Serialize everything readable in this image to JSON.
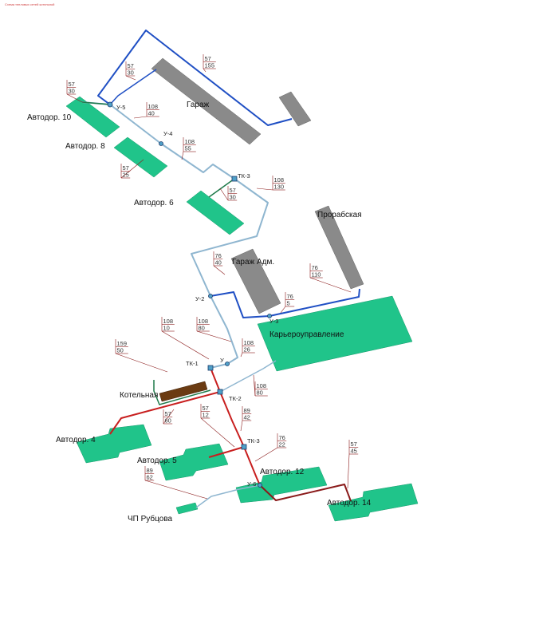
{
  "header_note": "Схема тепловых сетей котельной",
  "buildings": {
    "garage": "Гараж",
    "prorab": "Прорабская",
    "garage_adm": "Гараж Адм.",
    "karier": "Карьероуправление",
    "kotelnaya": "Котельная",
    "avtodor10": "Автодор. 10",
    "avtodor8": "Автодор. 8",
    "avtodor6": "Автодор. 6",
    "avtodor4": "Автодор. 4",
    "avtodor5": "Автодор. 5",
    "avtodor12": "Автодор. 12",
    "avtodor14": "Автодор. 14",
    "rubtsova": "ЧП Рубцова"
  },
  "nodes": {
    "u5": "У-5",
    "u4": "У-4",
    "tk3_top": "ТК-3",
    "u2": "У-2",
    "u3": "У-3",
    "tk1": "ТК-1",
    "u1": "У",
    "tk2": "ТК-2",
    "tk3_bot": "ТК-3",
    "u6": "У-6"
  },
  "pipe_labels": {
    "p1": {
      "d": "57",
      "l": "30"
    },
    "p2": {
      "d": "57",
      "l": "30"
    },
    "p3": {
      "d": "57",
      "l": "155"
    },
    "p4": {
      "d": "108",
      "l": "40"
    },
    "p5": {
      "d": "108",
      "l": "55"
    },
    "p6": {
      "d": "57",
      "l": "25"
    },
    "p7": {
      "d": "57",
      "l": "30"
    },
    "p8": {
      "d": "108",
      "l": "130"
    },
    "p9": {
      "d": "76",
      "l": "40"
    },
    "p10": {
      "d": "76",
      "l": "110"
    },
    "p11": {
      "d": "76",
      "l": "5"
    },
    "p12": {
      "d": "108",
      "l": "10"
    },
    "p13": {
      "d": "108",
      "l": "80"
    },
    "p14": {
      "d": "159",
      "l": "50"
    },
    "p15": {
      "d": "108",
      "l": "26"
    },
    "p16": {
      "d": "108",
      "l": "80"
    },
    "p17": {
      "d": "57",
      "l": "60"
    },
    "p18": {
      "d": "57",
      "l": "12"
    },
    "p19": {
      "d": "89",
      "l": "42"
    },
    "p20": {
      "d": "76",
      "l": "22"
    },
    "p21": {
      "d": "57",
      "l": "45"
    },
    "p22": {
      "d": "89",
      "l": "62"
    }
  },
  "colors": {
    "building_green": "#20c48a",
    "building_grey": "#8a8a8a",
    "boiler_brown": "#6b3b12",
    "pipe_blue": "#1f4fc4",
    "pipe_lightblue": "#8fb6d0",
    "pipe_red": "#c81e1e",
    "pipe_darkred": "#8a1a1a",
    "pipe_green": "#1f7a4a"
  }
}
